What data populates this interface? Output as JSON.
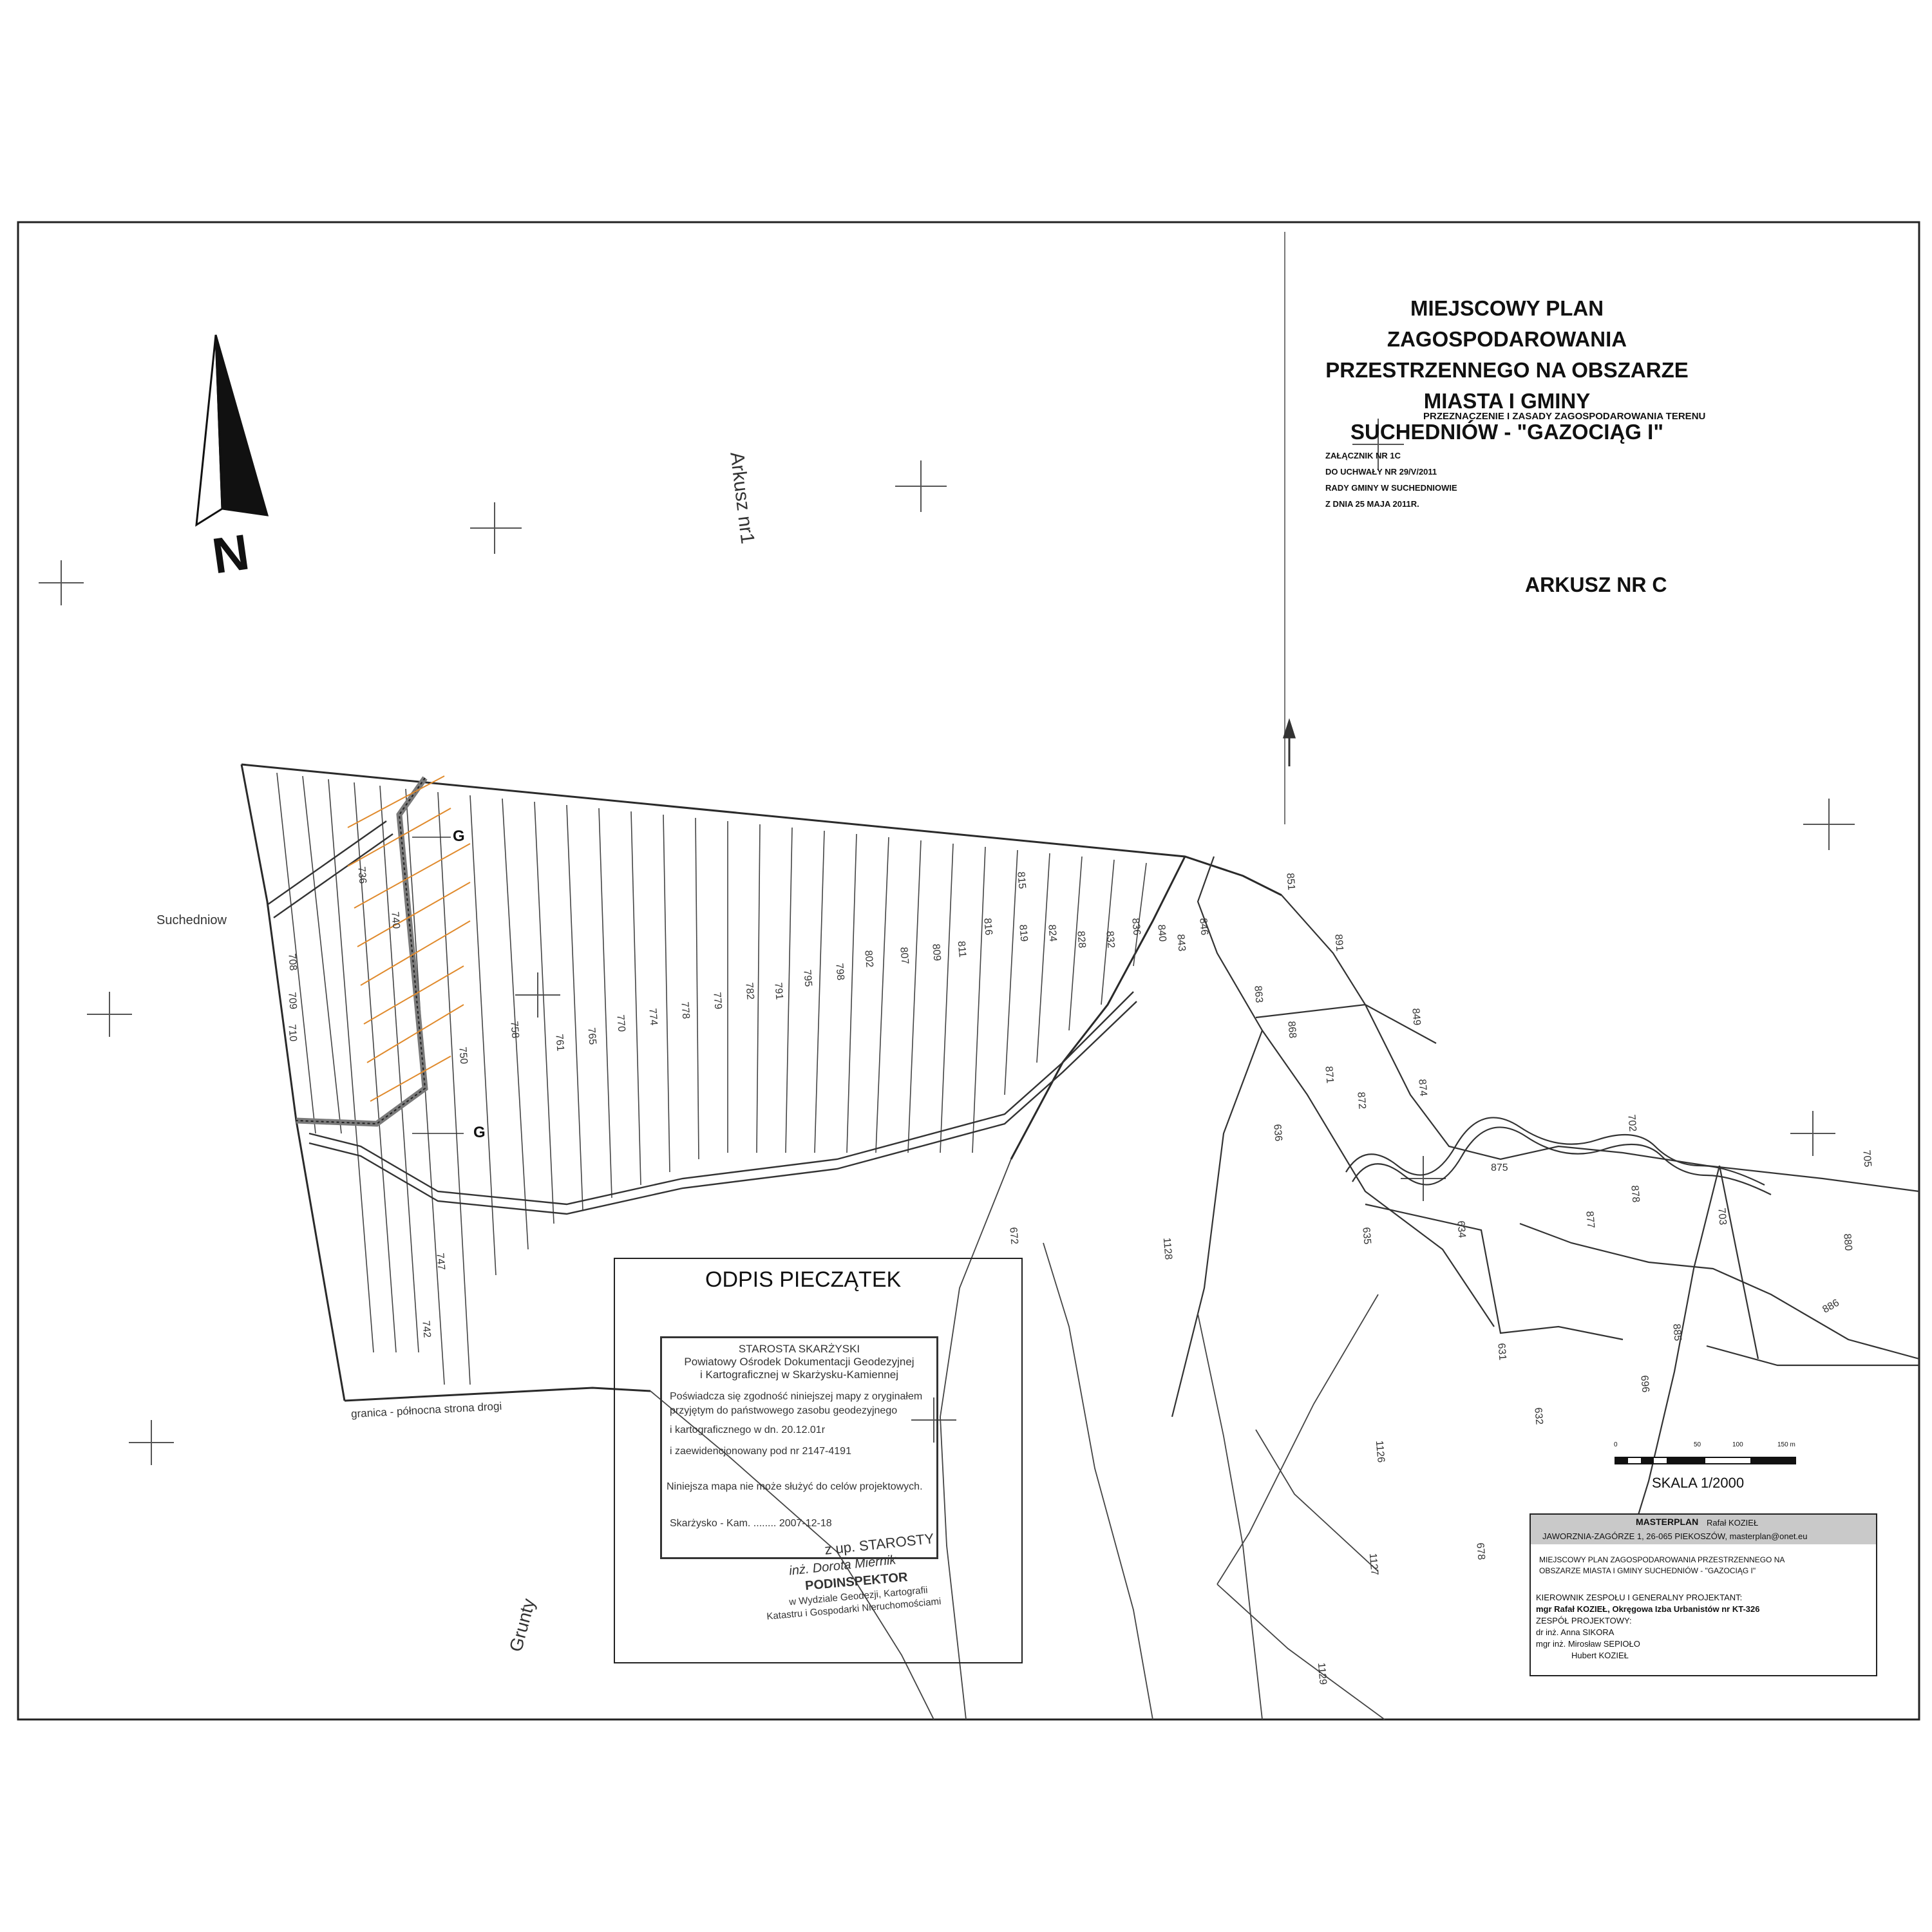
{
  "title": {
    "lines": [
      "MIEJSCOWY PLAN ZAGOSPODAROWANIA",
      "PRZESTRZENNEGO NA OBSZARZE MIASTA I GMINY",
      "SUCHEDNIÓW - \"GAZOCIĄG I\""
    ]
  },
  "subtitle": "PRZEZNACZENIE I ZASADY ZAGOSPODAROWANIA TERENU",
  "annex": {
    "lines": [
      "ZAŁĄCZNIK NR 1C",
      "DO UCHWAŁY NR 29/V/2011",
      "RADY GMINY W SUCHEDNIOWIE",
      "Z DNIA 25 MAJA 2011R."
    ]
  },
  "sheet_label": "ARKUSZ NR C",
  "sheet_side_label": "Arkusz nr1",
  "north_label": "N",
  "map_labels": {
    "town": "Suchedniow",
    "grunty": "Grunty",
    "road_boundary": "granica - północna strona drogi",
    "g_top": "G",
    "g_bottom": "G"
  },
  "stamp": {
    "title": "ODPIS PIECZĄTEK",
    "office_lines": [
      "STAROSTA SKARŻYSKI",
      "Powiatowy Ośrodek Dokumentacji Geodezyjnej",
      "i Kartograficznej w Skarżysku-Kamiennej"
    ],
    "certify_lines": [
      "Poświadcza się zgodność niniejszej mapy z oryginałem",
      "przyjętym do państwowego zasobu geodezyjnego",
      "i kartograficznego w dn. 20.12.01r",
      "i zaewidencjonowany pod nr 2147-4191"
    ],
    "note": "Niniejsza mapa nie może służyć do celów projektowych.",
    "place_date": "Skarżysko - Kam. ........ 2007-12-18",
    "signature_lines": [
      "z up. STAROSTY",
      "inż. Dorota Miernik",
      "PODINSPEKTOR",
      "w Wydziale Geodezji, Kartografii",
      "Katastru i Gospodarki Nieruchomościami"
    ]
  },
  "scale": {
    "label": "SKALA 1/2000",
    "ticks": [
      "0",
      "50",
      "100",
      "150 m"
    ]
  },
  "info_box": {
    "company": "MASTERPLAN",
    "company_owner": "Rafał KOZIEŁ",
    "address": "JAWORZNIA-ZAGÓRZE 1, 26-065 PIEKOSZÓW, masterplan@onet.eu",
    "plan_lines": [
      "MIEJSCOWY PLAN ZAGOSPODAROWANIA PRZESTRZENNEGO NA",
      "OBSZARZE MIASTA I GMINY SUCHEDNIÓW - \"GAZOCIĄG I\""
    ],
    "team_lines": [
      "KIEROWNIK ZESPOŁU I GENERALNY PROJEKTANT:",
      "mgr Rafał KOZIEŁ, Okręgowa Izba Urbanistów nr KT-326",
      "ZESPÓŁ PROJEKTOWY:",
      "dr inż. Anna SIKORA",
      "mgr inż. Mirosław SEPIOŁO",
      "Hubert KOZIEŁ"
    ]
  },
  "parcel_numbers": [
    "815",
    "863",
    "868",
    "871",
    "872",
    "874",
    "875",
    "877",
    "878",
    "880",
    "885",
    "886",
    "891",
    "636",
    "635",
    "634",
    "631",
    "632",
    "672",
    "678",
    "696",
    "702",
    "703",
    "705",
    "708",
    "709",
    "710",
    "736",
    "740",
    "742",
    "747",
    "750",
    "758",
    "761",
    "765",
    "770",
    "774",
    "778",
    "779",
    "782",
    "791",
    "795",
    "798",
    "802",
    "807",
    "809",
    "811",
    "816",
    "819",
    "824",
    "828",
    "832",
    "836",
    "840",
    "843",
    "846",
    "849",
    "851",
    "1126",
    "1127",
    "1128",
    "1129"
  ],
  "colors": {
    "line": "#2a2a2a",
    "faint": "#555555",
    "hatch": "#e08a2c",
    "gas_boundary": "#7a7a7a",
    "info_head": "#c9c9c9"
  }
}
